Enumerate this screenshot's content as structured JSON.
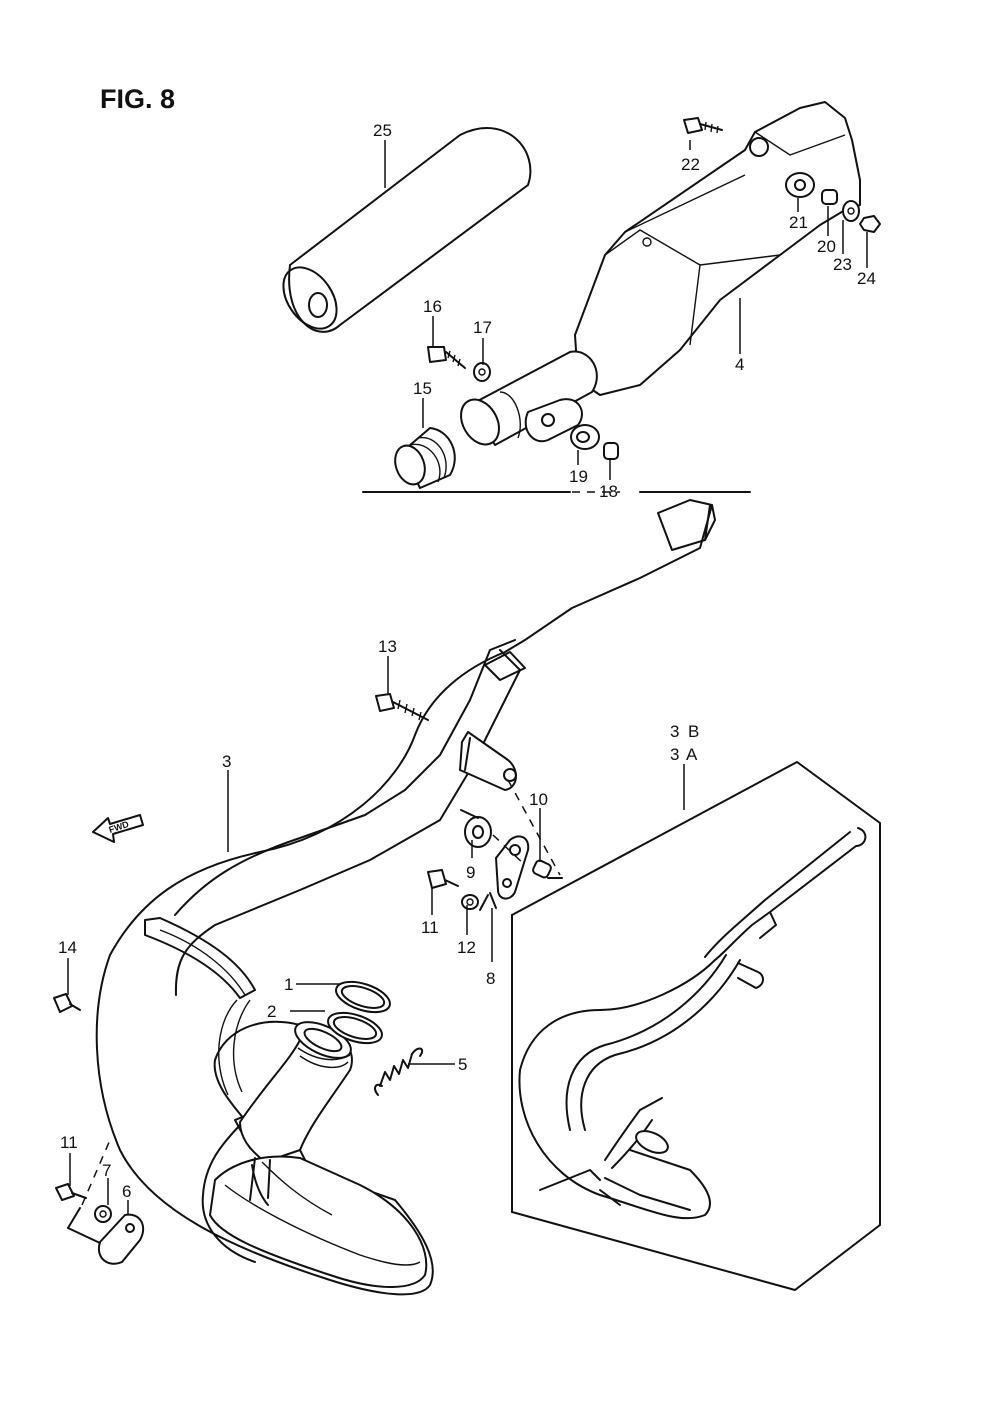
{
  "figure": {
    "title": "FIG. 8"
  },
  "direction_arrow": {
    "text": "FWD",
    "icon": "forward-arrow-icon"
  },
  "callouts": {
    "c1": "1",
    "c2": "2",
    "c3": "3",
    "c3b": "3",
    "c3a": "3",
    "c4": "4",
    "c5": "5",
    "c6": "6",
    "c7": "7",
    "c8": "8",
    "c9": "9",
    "c10": "10",
    "c11a": "11",
    "c11b": "11",
    "c12": "12",
    "c13": "13",
    "c14": "14",
    "c15": "15",
    "c16": "16",
    "c17": "17",
    "c18": "18",
    "c19": "19",
    "c20": "20",
    "c21": "21",
    "c22": "22",
    "c23": "23",
    "c24": "24",
    "c25": "25"
  },
  "variants": {
    "b": "B",
    "a": "A"
  }
}
